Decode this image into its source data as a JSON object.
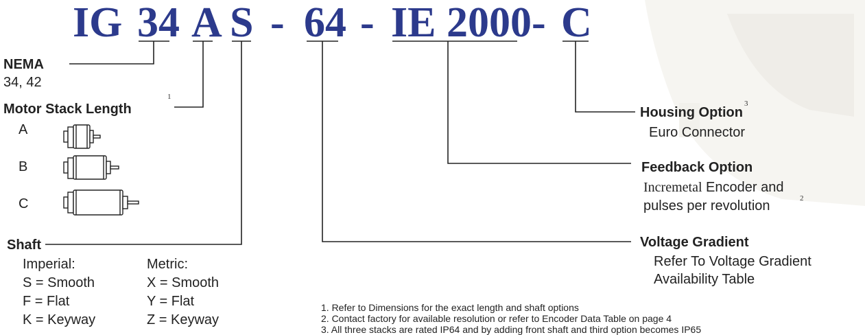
{
  "part_number": {
    "segments": [
      {
        "id": "series",
        "text": "IG"
      },
      {
        "id": "nema",
        "text": "34"
      },
      {
        "id": "stack",
        "text": "A"
      },
      {
        "id": "shaft",
        "text": "S"
      },
      {
        "id": "dash1",
        "text": "-"
      },
      {
        "id": "voltage",
        "text": "64"
      },
      {
        "id": "dash2",
        "text": "-"
      },
      {
        "id": "feedback",
        "text": "IE 2000"
      },
      {
        "id": "dash3",
        "text": "-"
      },
      {
        "id": "housing",
        "text": "C"
      }
    ],
    "color": "#2c3a8c"
  },
  "nema": {
    "title": "NEMA",
    "values": "34, 42"
  },
  "stack": {
    "title": "Motor Stack Length",
    "note_ref": "1",
    "options": [
      "A",
      "B",
      "C"
    ]
  },
  "shaft": {
    "title": "Shaft",
    "imperial": {
      "heading": "Imperial:",
      "items": [
        "S = Smooth",
        "F = Flat",
        "K = Keyway"
      ]
    },
    "metric": {
      "heading": "Metric:",
      "items": [
        "X = Smooth",
        "Y = Flat",
        "Z = Keyway"
      ]
    }
  },
  "housing": {
    "title": "Housing Option",
    "note_ref": "3",
    "desc": "Euro Connector"
  },
  "feedback": {
    "title": "Feedback Option",
    "desc_serif": "Incremetal",
    "desc_rest": " Encoder and",
    "desc2": "pulses per revolution",
    "note_ref": "2"
  },
  "voltage": {
    "title": "Voltage Gradient",
    "desc1": "Refer To Voltage Gradient",
    "desc2": "Availability Table"
  },
  "footnotes": [
    "1.   Refer to Dimensions for the exact length and shaft options",
    "2.  Contact factory for available resolution or refer to Encoder Data Table on page 4",
    "3.   All three stacks are rated IP64 and by adding front shaft and third option becomes IP65"
  ]
}
